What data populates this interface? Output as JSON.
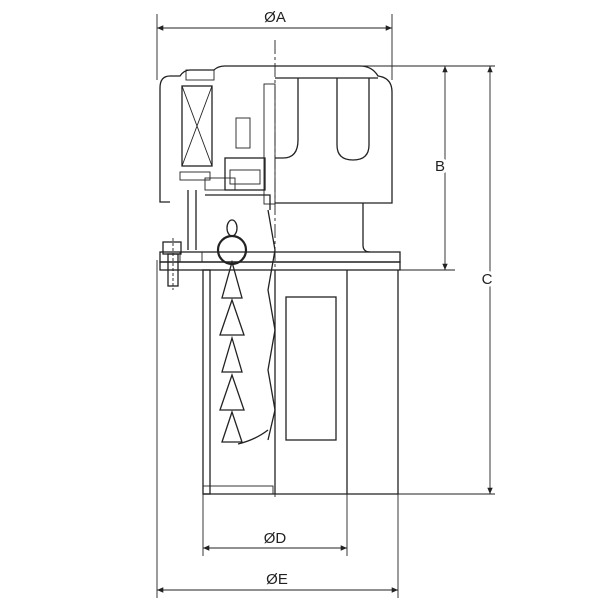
{
  "drawing": {
    "dimensions": {
      "diameter_a": "ØA",
      "b": "B",
      "c": "C",
      "diameter_d": "ØD",
      "diameter_e": "ØE"
    }
  }
}
